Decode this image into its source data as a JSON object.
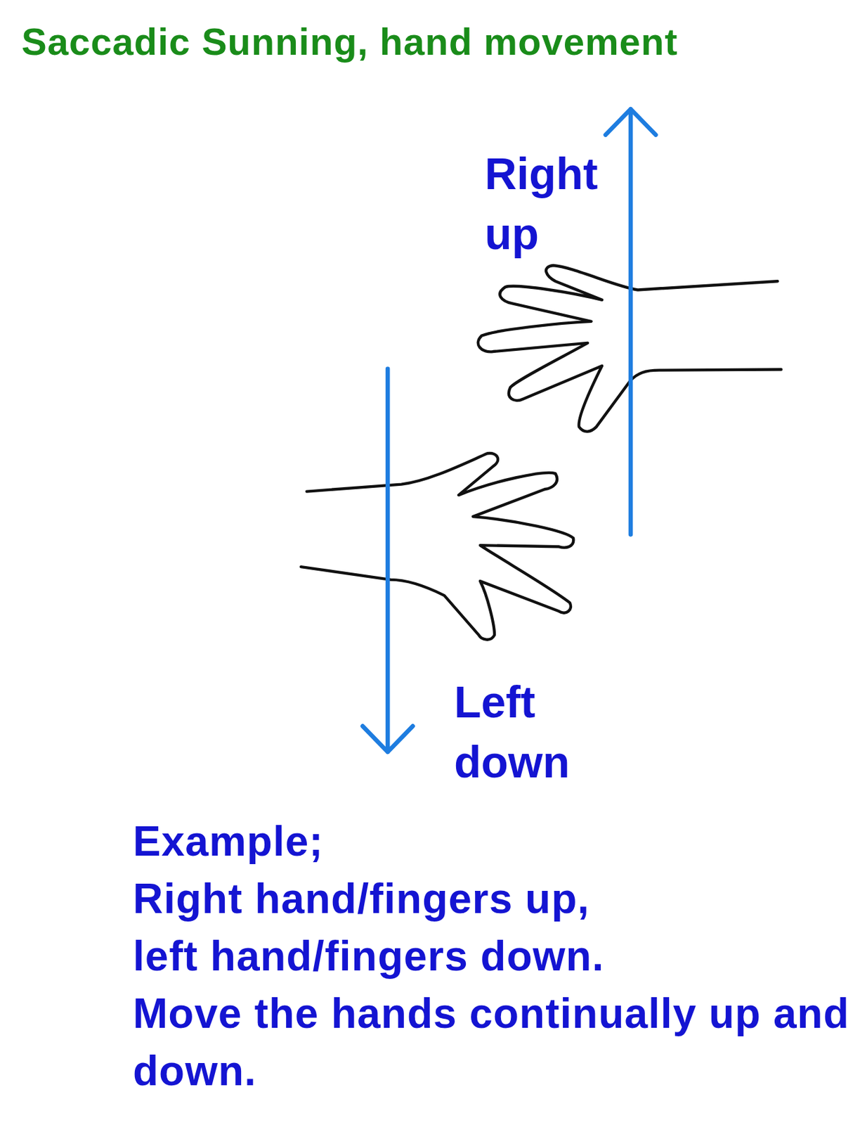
{
  "diagram": {
    "title": "Saccadic Sunning, hand movement",
    "labels": [
      "Right up",
      "Left down",
      "Example;",
      "Right hand/fingers up,",
      "left hand/fingers down.",
      "Move the hands continually up and down."
    ]
  }
}
